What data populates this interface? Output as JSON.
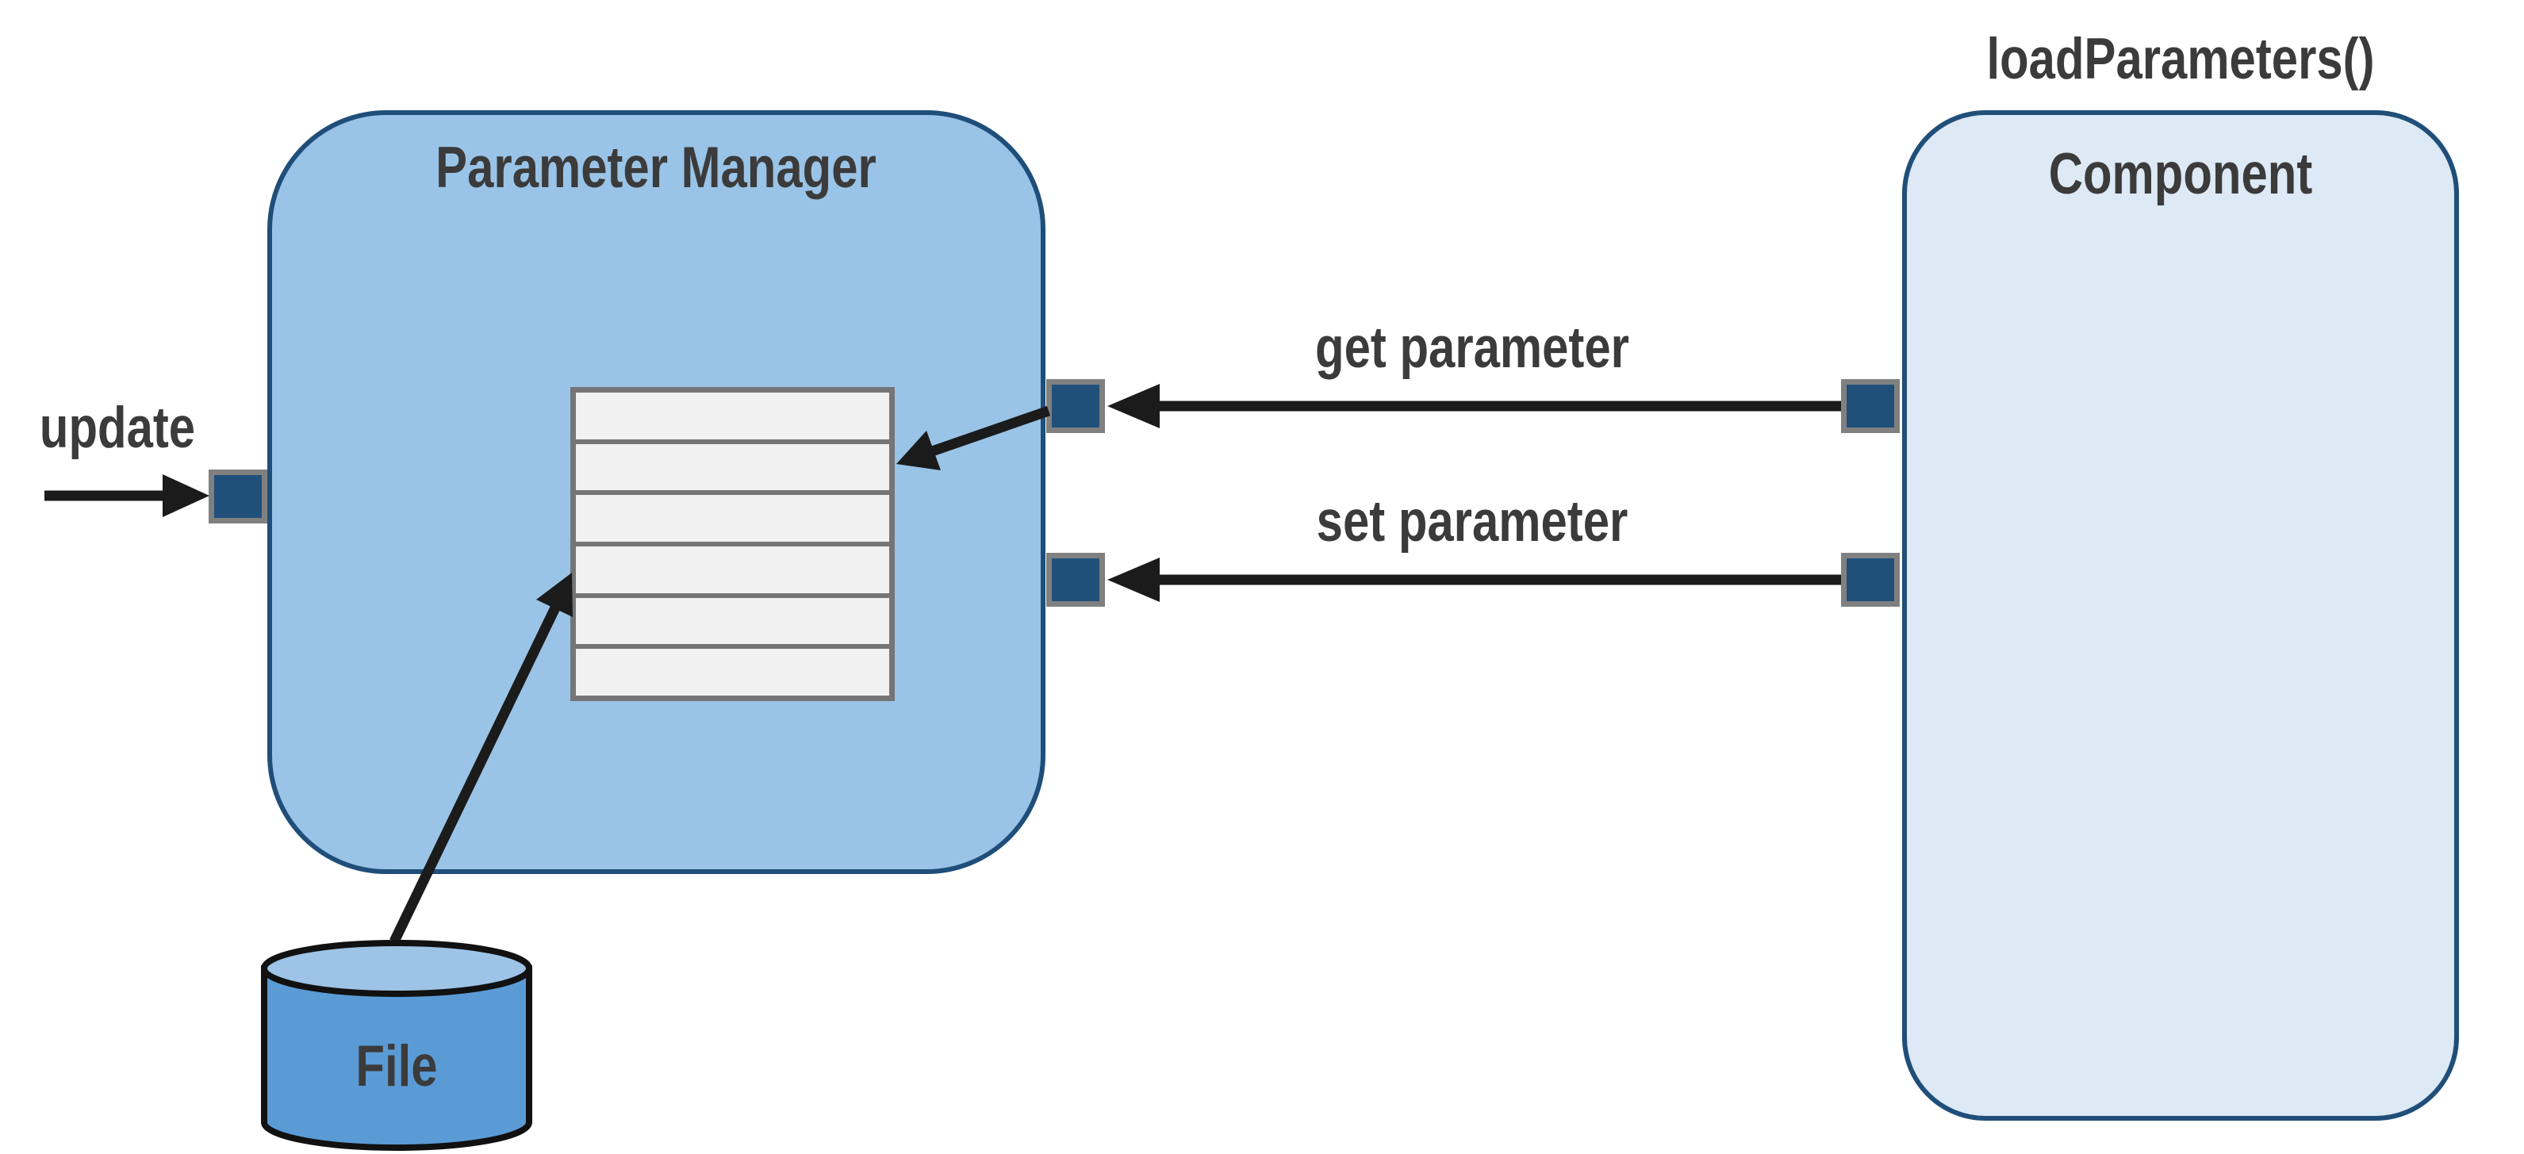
{
  "diagram": {
    "parameter_manager": {
      "title": "Parameter Manager"
    },
    "component": {
      "title": "Component",
      "annotation": "loadParameters()"
    },
    "file_store": {
      "label": "File"
    },
    "connections": {
      "update_label": "update",
      "get_parameter_label": "get parameter",
      "set_parameter_label": "set parameter"
    },
    "parameter_table": {
      "rows": 6
    }
  },
  "colors": {
    "background": "#FFFFFF",
    "pm_fill": "#9AC4E7",
    "pm_border": "#1F4E79",
    "component_fill": "#DDE9F5",
    "component_border": "#1F4E79",
    "port_fill": "#20507A",
    "port_border": "#808080",
    "table_fill": "#F1F1F1",
    "table_border": "#757575",
    "arrow": "#1B1B1B",
    "text": "#3B3B3B",
    "cylinder_body": "#5B9BD5",
    "cylinder_top": "#9DC3E6",
    "cylinder_outline": "#111111"
  }
}
